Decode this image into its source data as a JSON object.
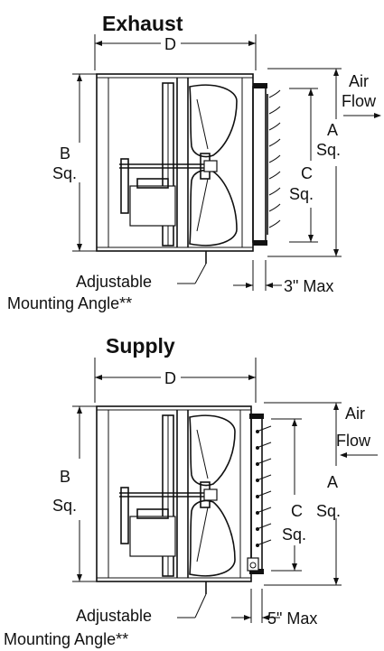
{
  "exhaust": {
    "title": "Exhaust",
    "dim_d": "D",
    "dim_b": "B",
    "dim_b_unit": "Sq.",
    "dim_a": "A",
    "dim_a_unit": "Sq.",
    "dim_c": "C",
    "dim_c_unit": "Sq.",
    "airflow_line1": "Air",
    "airflow_line2": "Flow",
    "max_gap": "3\" Max",
    "mount_line1": "Adjustable",
    "mount_line2": "Mounting Angle**"
  },
  "supply": {
    "title": "Supply",
    "dim_d": "D",
    "dim_b": "B",
    "dim_b_unit": "Sq.",
    "dim_a": "A",
    "dim_a_unit": "Sq.",
    "dim_c": "C",
    "dim_c_unit": "Sq.",
    "airflow_line1": "Air",
    "airflow_line2": "Flow",
    "max_gap": "5\" Max",
    "mount_line1": "Adjustable",
    "mount_line2": "Mounting Angle**"
  }
}
